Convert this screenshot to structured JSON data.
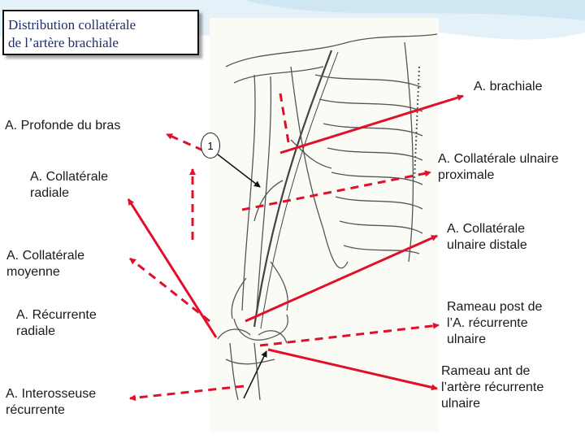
{
  "title": {
    "line1": "Distribution collatérale",
    "line2": "de l’artère brachiale"
  },
  "marker": "1",
  "labels": {
    "brachiale": [
      "A. brachiale"
    ],
    "profonde": [
      "A. Profonde du bras"
    ],
    "collaterale_radiale": [
      "A. Collatérale",
      "radiale"
    ],
    "collaterale_moyenne": [
      "A. Collatérale",
      "moyenne"
    ],
    "recurrente_radiale": [
      "A. Récurrente",
      "radiale"
    ],
    "interosseuse": [
      "A. Interosseuse",
      "récurrente"
    ],
    "collaterale_ulnaire_proximale": [
      "A. Collatérale ulnaire",
      "proximale"
    ],
    "collaterale_ulnaire_distale": [
      "A. Collatérale",
      "ulnaire distale"
    ],
    "rameau_post": [
      "Rameau post de",
      "l’A. récurrente",
      "ulnaire"
    ],
    "rameau_ant": [
      "Rameau ant de",
      "l’artère récurrente",
      "ulnaire"
    ]
  },
  "colors": {
    "arrow": "#e0102a",
    "title_text": "#1f2d6b",
    "wave": "#cfe6f3"
  }
}
